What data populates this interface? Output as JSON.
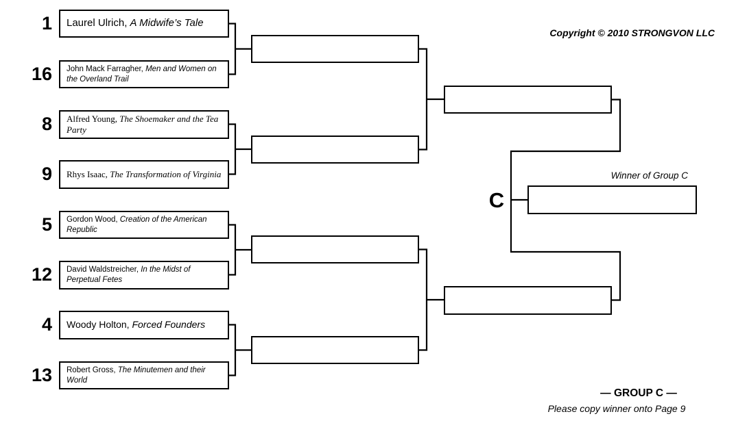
{
  "colors": {
    "ink": "#000000",
    "background": "#ffffff"
  },
  "copyright": "Copyright © 2010 STRONGVON LLC",
  "group": {
    "letter": "C",
    "title": "— GROUP C —",
    "winner_label": "Winner of Group C",
    "footer_note": "Please copy winner onto Page 9"
  },
  "bracket": {
    "entries": [
      {
        "seed": "1",
        "author": "Laurel Ulrich,",
        "title": "A Midwife’s Tale"
      },
      {
        "seed": "16",
        "author": "John Mack Farragher,",
        "title": "Men and Women on the Overland Trail"
      },
      {
        "seed": "8",
        "author": "Alfred Young,",
        "title": "The Shoemaker and the Tea Party"
      },
      {
        "seed": "9",
        "author": "Rhys Isaac,",
        "title": "The Transformation of Virginia"
      },
      {
        "seed": "5",
        "author": "Gordon Wood,",
        "title": "Creation of the American Republic"
      },
      {
        "seed": "12",
        "author": "David Waldstreicher,",
        "title": "In the Midst of Perpetual Fetes"
      },
      {
        "seed": "4",
        "author": "Woody Holton,",
        "title": "Forced Founders"
      },
      {
        "seed": "13",
        "author": "Robert Gross,",
        "title": "The Minutemen and their World"
      }
    ]
  }
}
